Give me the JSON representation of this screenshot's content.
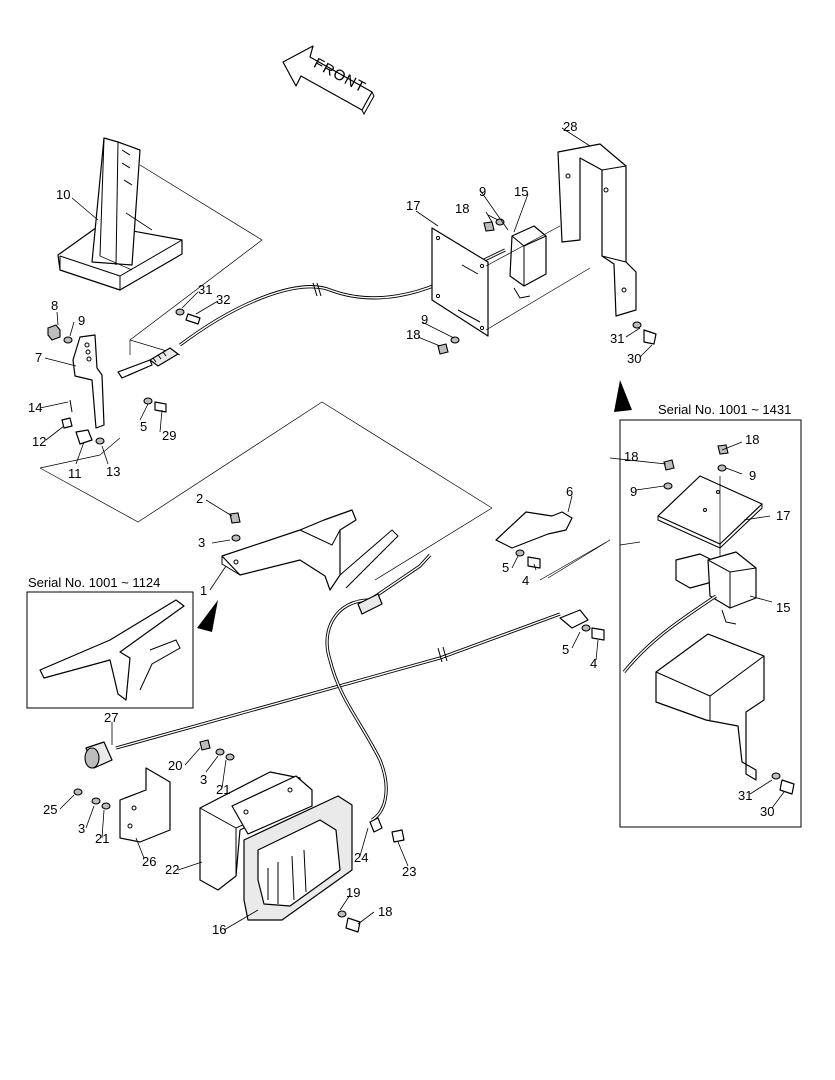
{
  "front_label": "FRONT",
  "inset_right_title": "Serial No. 1001 ~ 1431",
  "inset_left_title": "Serial No. 1001 ~ 1124",
  "callouts": {
    "c1": "1",
    "c2": "2",
    "c3a": "3",
    "c3b": "3",
    "c3c": "3",
    "c4a": "4",
    "c4b": "4",
    "c5a": "5",
    "c5b": "5",
    "c5c": "5",
    "c6": "6",
    "c7": "7",
    "c8": "8",
    "c9a": "9",
    "c9b": "9",
    "c9c": "9",
    "c10": "10",
    "c11": "11",
    "c12": "12",
    "c13": "13",
    "c14": "14",
    "c15": "15",
    "c16": "16",
    "c17": "17",
    "c18a": "18",
    "c18b": "18",
    "c18c": "18",
    "c19": "19",
    "c20": "20",
    "c21a": "21",
    "c21b": "21",
    "c22": "22",
    "c23": "23",
    "c24": "24",
    "c25": "25",
    "c26": "26",
    "c27": "27",
    "c28": "28",
    "c29": "29",
    "c30": "30",
    "c31a": "31",
    "c31b": "31",
    "c32": "32"
  },
  "inset_callouts": {
    "r18a": "18",
    "r18b": "18",
    "r9a": "9",
    "r9b": "9",
    "r17": "17",
    "r15": "15",
    "r31": "31",
    "r30": "30"
  }
}
